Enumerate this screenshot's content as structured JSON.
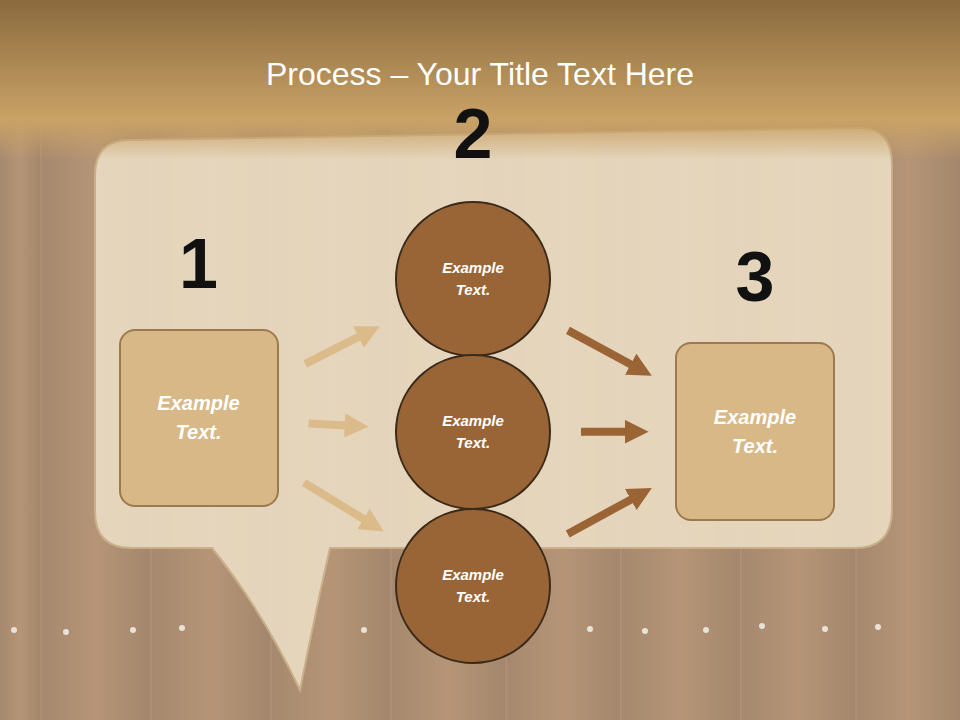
{
  "diagram": {
    "title": "Process – Your Title Text Here",
    "nodes": [
      {
        "text": [
          "1",
          "Example Text."
        ]
      },
      {
        "text": [
          "2",
          "Example Text."
        ]
      },
      {
        "text": [
          "Example Text."
        ]
      },
      {
        "text": [
          "Example Text."
        ]
      },
      {
        "text": [
          "3",
          "Example Text."
        ]
      }
    ],
    "edges": [
      {
        "from": 0,
        "to": 1,
        "arrow": "to"
      },
      {
        "from": 0,
        "to": 2,
        "arrow": "to"
      },
      {
        "from": 0,
        "to": 3,
        "arrow": "to"
      },
      {
        "from": 1,
        "to": 4,
        "arrow": "to"
      },
      {
        "from": 2,
        "to": 4,
        "arrow": "to"
      },
      {
        "from": 3,
        "to": 4,
        "arrow": "to"
      }
    ]
  }
}
